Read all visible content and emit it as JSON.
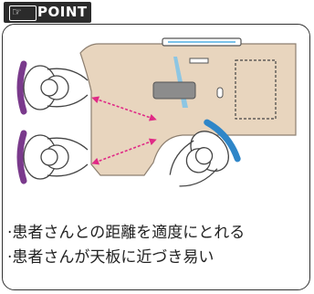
{
  "tag": {
    "icon": "pointing-hand-icon",
    "label": "POINT"
  },
  "notes": [
    "·患者さんとの距離を適度にとれる",
    "·患者さんが天板に近づき易い"
  ],
  "colors": {
    "table": "#e8d5be",
    "table_outline": "#9a8a78",
    "left_chair": "#7a3a8c",
    "right_chair": "#2f86c8",
    "arrow": "#e02a86",
    "monitor": "#7cc3ea",
    "frame": "#333333"
  }
}
